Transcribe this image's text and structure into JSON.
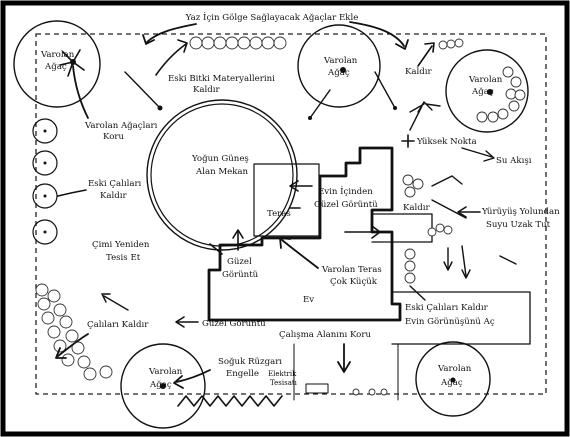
{
  "plan": {
    "title": "Yaz İçin Gölge Sağlayacak Ağaçlar Ekle",
    "labels": {
      "existing_tree": "Varolan",
      "existing_tree_2": "Ağaç",
      "protect_existing_1": "Varolan Ağaçları",
      "protect_existing_2": "Koru",
      "remove_plants_1": "Eski Bitki Materyallerini",
      "remove_plants_2": "Kaldır",
      "remove": "Kaldır",
      "high_point": "Yüksek Nokta",
      "water_flow": "Su Akışı",
      "sunny_1": "Yoğun Güneş",
      "sunny_2": "Alan Mekan",
      "terrace": "Teras",
      "good_view_inside_1": "Evin İçinden",
      "good_view_inside_2": "Güzel Görüntü",
      "remove_old_shrubs_1": "Eski Çalıları",
      "remove_old_shrubs_2": "Kaldır",
      "replant_grass_1": "Çimi Yeniden",
      "replant_grass_2": "Tesis Et",
      "good_view_1": "Güzel",
      "good_view_2": "Görüntü",
      "small_terrace_1": "Varolan Teras",
      "small_terrace_2": "Çok Küçük",
      "house": "Ev",
      "walkway_water_1": "Yürüyüş Yolundan",
      "walkway_water_2": "Suyu Uzak Tut",
      "remove_shrubs": "Çalıları Kaldır",
      "good_view": "Güzel Görüntü",
      "protect_work_area": "Çalışma Alanını Koru",
      "old_shrubs_open_view_1": "Eski Çalıları Kaldır",
      "old_shrubs_open_view_2": "Evin Görünüşünü Aç",
      "cold_wind_1": "Soğuk Rüzgarı",
      "cold_wind_2": "Engelle",
      "electric_1": "Elektrik",
      "electric_2": "Tesisatı"
    }
  }
}
